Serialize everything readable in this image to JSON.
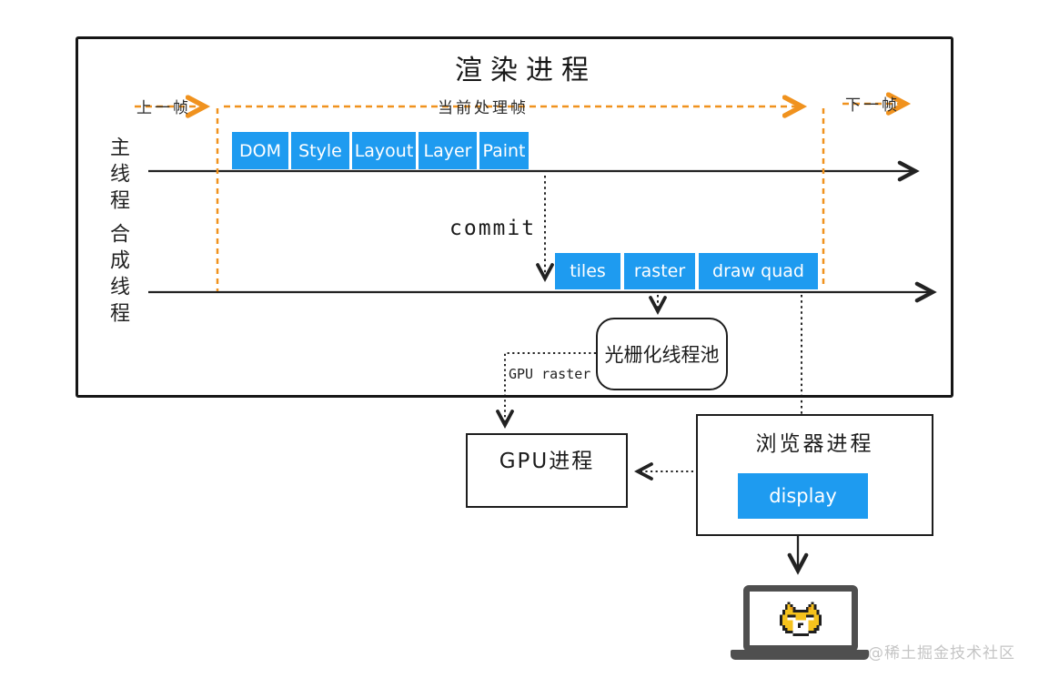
{
  "diagram": {
    "title": "渲染进程",
    "frame_markers": {
      "prev": "上一帧",
      "current": "当前处理帧",
      "next": "下一帧"
    },
    "threads": {
      "main": {
        "label": "主线程",
        "stages": [
          "DOM",
          "Style",
          "Layout",
          "Layer",
          "Paint"
        ]
      },
      "compositor": {
        "label": "合成线程",
        "stages": [
          "tiles",
          "raster",
          "draw quad"
        ]
      }
    },
    "commit_label": "commit",
    "raster_pool_label": "光栅化线程池",
    "gpu_raster_label": "GPU raster",
    "gpu_process_label": "GPU进程",
    "browser_process": {
      "title": "浏览器进程",
      "display_label": "display"
    },
    "watermark": "@稀土掘金技术社区",
    "colors": {
      "stage_blue": "#1e9bf0",
      "frame_orange": "#f0921e",
      "line_black": "#222222",
      "laptop_gray": "#4f4f4f"
    }
  }
}
